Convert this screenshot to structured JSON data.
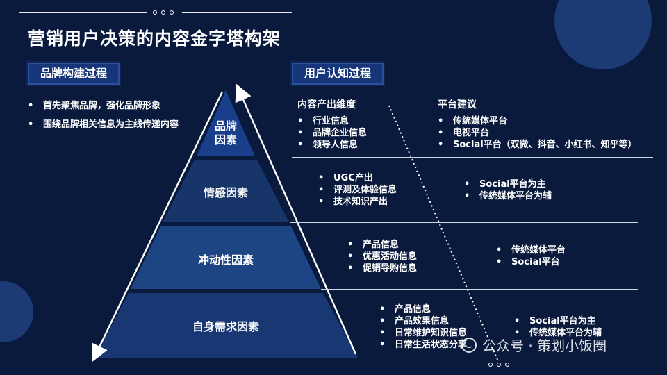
{
  "title": "营销用户决策的内容金字塔构架",
  "sections": {
    "brand": "品牌构建过程",
    "user": "用户认知过程"
  },
  "brand_bullets": [
    "首先聚焦品牌，强化品牌形象",
    "围绕品牌相关信息为主线传递内容"
  ],
  "pyramid_levels": [
    {
      "label_line1": "品牌",
      "label_line2": "因素"
    },
    {
      "label": "情感因素"
    },
    {
      "label": "冲动性因素"
    },
    {
      "label": "自身需求因素"
    }
  ],
  "headers": {
    "content_dimension": "内容产出维度",
    "platform_advice": "平台建议"
  },
  "levels": [
    {
      "content": [
        "行业信息",
        "品牌企业信息",
        "领导人信息"
      ],
      "platform": [
        "传统媒体平台",
        "电视平台",
        "Social平台（双微、抖音、小红书、知乎等）"
      ]
    },
    {
      "content": [
        "UGC产出",
        "评测及体验信息",
        "技术知识产出"
      ],
      "platform": [
        "Social平台为主",
        "传统媒体平台为辅"
      ]
    },
    {
      "content": [
        "产品信息",
        "优惠活动信息",
        "促销导购信息"
      ],
      "platform": [
        "传统媒体平台",
        "Social平台"
      ]
    },
    {
      "content": [
        "产品信息",
        "产品效果信息",
        "日常维护知识信息",
        "日常生活状态分享"
      ],
      "platform": [
        "Social平台为主",
        "传统媒体平台为辅"
      ]
    }
  ],
  "watermark": "公众号 · 策划小饭圈",
  "colors": {
    "background": "#0a1a3d",
    "tier1": "#1a3f8a",
    "tier2": "#183569",
    "tier3": "#1d4584",
    "tier4": "#183773",
    "tag_bg": "#16357a"
  },
  "icons": {
    "watermark_icon": "wechat-icon"
  }
}
